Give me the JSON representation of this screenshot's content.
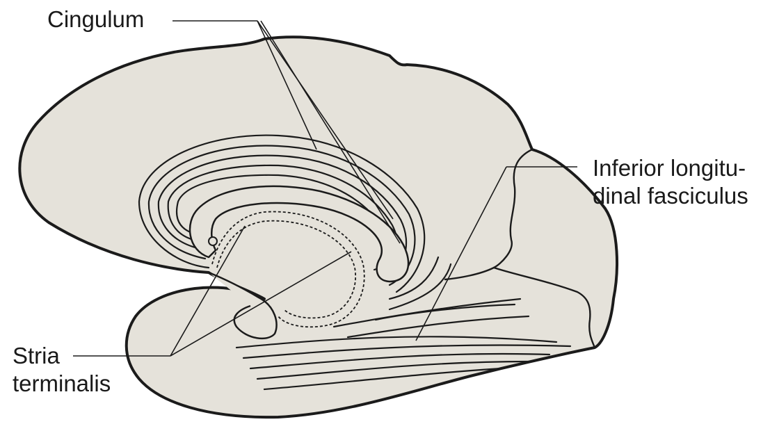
{
  "labels": {
    "cingulum": "Cingulum",
    "inferior_longitudinal_line1": "Inferior longitu-",
    "inferior_longitudinal_line2": "dinal fasciculus",
    "stria_line1": "Stria",
    "stria_line2": "terminalis"
  },
  "colors": {
    "brain_fill": "#e5e2da",
    "outline": "#1b1b1b",
    "text": "#1a1a1a"
  }
}
